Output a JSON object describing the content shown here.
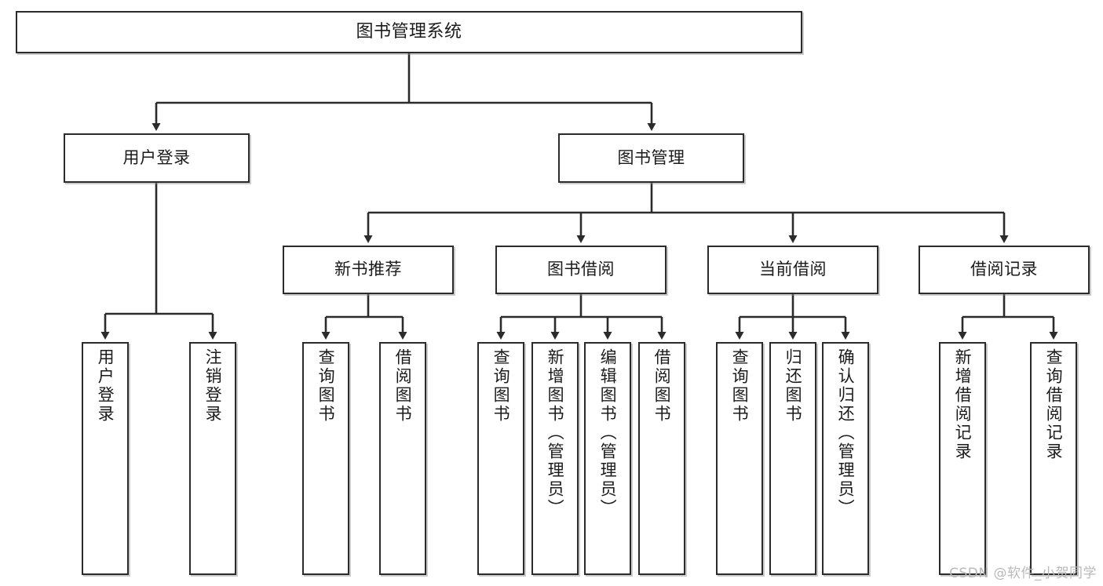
{
  "diagram": {
    "title": "图书管理系统",
    "type": "tree",
    "orientation": "top-down",
    "stroke_color": "#2b2b2b",
    "fill_color": "#ffffff",
    "text_color": "#1b1b1b",
    "watermark": "CSDN @软件_小贺同学",
    "nodes": {
      "root": {
        "label": "图书管理系统"
      },
      "level2": [
        {
          "label": "用户登录"
        },
        {
          "label": "图书管理"
        }
      ],
      "level3": [
        {
          "label": "新书推荐"
        },
        {
          "label": "图书借阅"
        },
        {
          "label": "当前借阅"
        },
        {
          "label": "借阅记录"
        }
      ],
      "leaves": {
        "user_login": [
          {
            "label": "用户登录"
          },
          {
            "label": "注销登录"
          }
        ],
        "new_book_recommend": [
          {
            "label": "查询图书"
          },
          {
            "label": "借阅图书"
          }
        ],
        "book_borrow": [
          {
            "label": "查询图书"
          },
          {
            "label": "新增图书（管理员）"
          },
          {
            "label": "编辑图书（管理员）"
          },
          {
            "label": "借阅图书"
          }
        ],
        "current_borrow": [
          {
            "label": "查询图书"
          },
          {
            "label": "归还图书"
          },
          {
            "label": "确认归还（管理员）"
          }
        ],
        "borrow_record": [
          {
            "label": "新增借阅记录"
          },
          {
            "label": "查询借阅记录"
          }
        ]
      }
    }
  }
}
